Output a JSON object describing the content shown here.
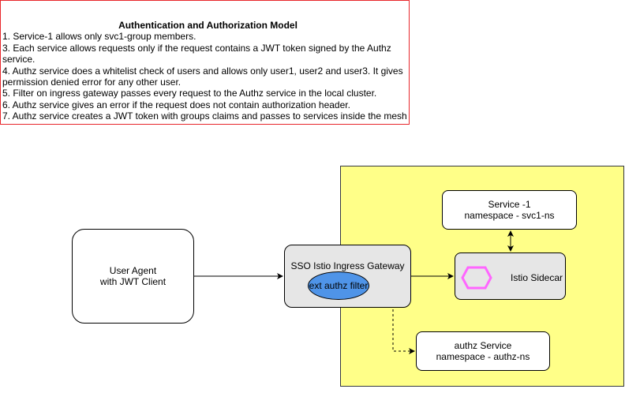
{
  "note": {
    "title": "Authentication and Authorization Model",
    "lines": [
      "1. Service-1 allows only svc1-group members.",
      "3. Each service allows requests only if the request contains a JWT token signed by the Authz service.",
      "4. Authz service does a whitelist check of users and allows only user1, user2 and user3. It gives permission denied error for any other user.",
      "5. Filter on ingress gateway passes every request to the Authz service in the local cluster.",
      "6. Authz service gives an error if the request does not contain authorization header.",
      "7. Authz service creates a JWT token with groups claims and passes to services inside the mesh"
    ]
  },
  "nodes": {
    "user_agent": "User Agent\nwith JWT Client",
    "gateway": "SSO Istio Ingress Gateway",
    "filter": "ext authz filter",
    "service1": "Service -1\nnamespace - svc1-ns",
    "sidecar": "Istio Sidecar",
    "authz": "authz Service\nnamespace - authz-ns"
  },
  "colors": {
    "note_border": "#e8262b",
    "cluster_fill": "#ffff88",
    "gateway_fill": "#e6e6e6",
    "filter_fill": "#4f94e8",
    "hexagon_stroke": "#ff66ff"
  },
  "icons": {
    "sidecar_icon": "hexagon-icon"
  }
}
